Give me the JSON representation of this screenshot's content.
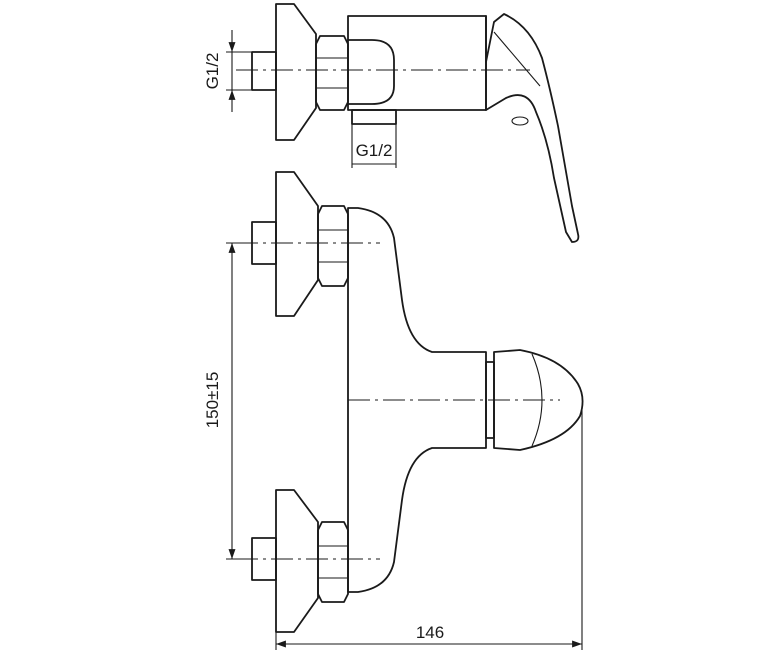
{
  "drawing": {
    "thread_top_left": "G1/2",
    "thread_top_bottom": "G1/2",
    "dim_vertical": "150±15",
    "dim_horizontal": "146"
  }
}
